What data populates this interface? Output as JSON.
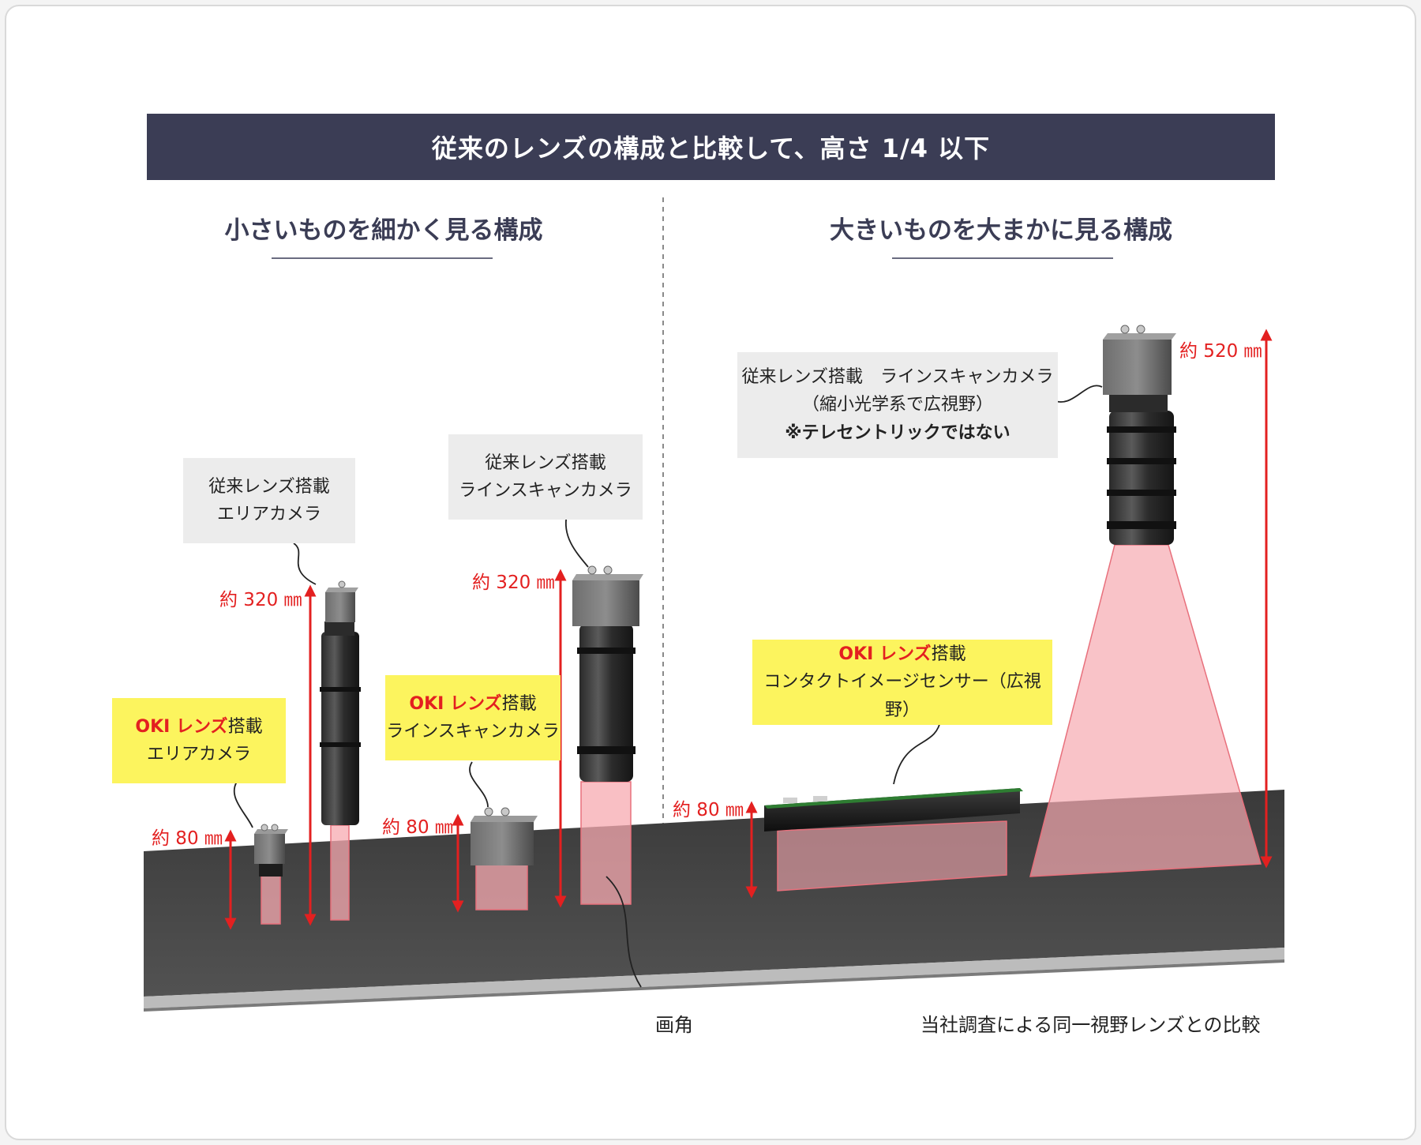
{
  "banner": {
    "title": "従来のレンズの構成と比較して、高さ 1/4 以下"
  },
  "left_section": {
    "title": "小さいものを細かく見る構成"
  },
  "right_section": {
    "title": "大きいものを大まかに見る構成"
  },
  "labels": {
    "conv_area": {
      "line1": "従来レンズ搭載",
      "line2": "エリアカメラ"
    },
    "oki_area": {
      "oki": "OKI レンズ",
      "suffix": "搭載",
      "line2": "エリアカメラ"
    },
    "conv_line": {
      "line1": "従来レンズ搭載",
      "line2": "ラインスキャンカメラ"
    },
    "oki_line": {
      "oki": "OKI レンズ",
      "suffix": "搭載",
      "line2": "ラインスキャンカメラ"
    },
    "conv_wide": {
      "line1": "従来レンズ搭載　ラインスキャンカメラ",
      "line2": "（縮小光学系で広視野）",
      "line3": "※テレセントリックではない"
    },
    "oki_cis": {
      "oki": "OKI レンズ",
      "suffix": "搭載",
      "line2": "コンタクトイメージセンサー（広視野）"
    }
  },
  "dimensions": {
    "oki_area_height": "約 80 ㎜",
    "conv_area_height": "約 320 ㎜",
    "oki_line_height": "約 80 ㎜",
    "conv_line_height": "約 320 ㎜",
    "oki_cis_height": "約 80 ㎜",
    "conv_wide_height": "約 520 ㎜"
  },
  "captions": {
    "angle": "画角",
    "note": "当社調査による同一視野レンズとの比較"
  },
  "colors": {
    "banner": "#3b3d55",
    "accent_red": "#e32020",
    "highlight_yellow": "#fcf45e",
    "label_grey": "#ececec",
    "conveyor": "#4a4a4a"
  }
}
